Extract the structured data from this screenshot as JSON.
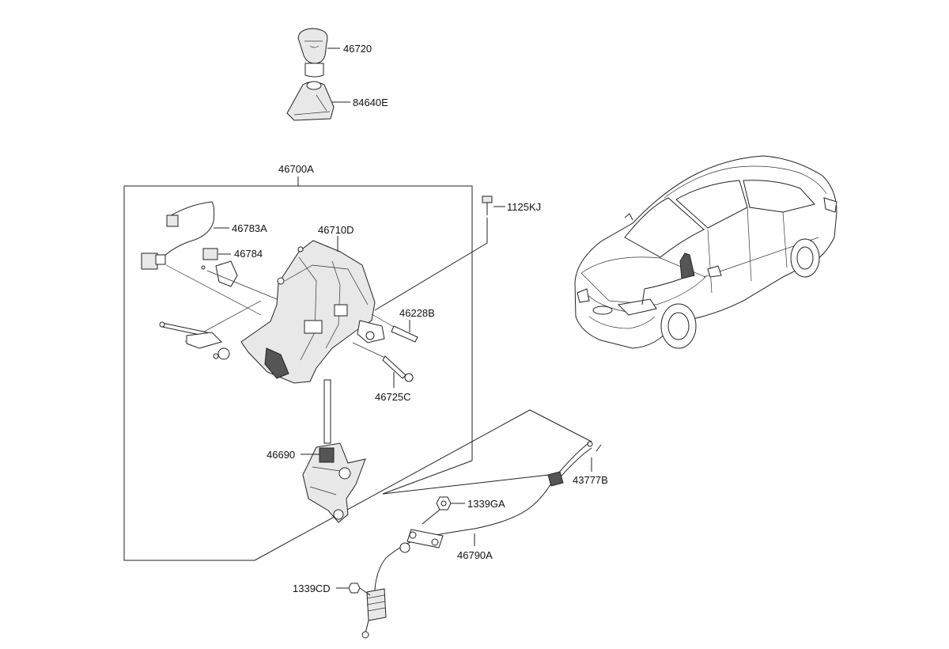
{
  "diagram": {
    "assembly_label": "46700A",
    "labels": {
      "knob": "46720",
      "boot": "84640E",
      "harness": "46783A",
      "module": "46784",
      "lever_housing": "46710D",
      "bolt_1125kj": "1125KJ",
      "bracket": "46228B",
      "long_bolt": "46725C",
      "shift_lever": "46690",
      "clip": "43777B",
      "nut_1339ga": "1339GA",
      "cable": "46790A",
      "nut_1339cd": "1339CD"
    }
  }
}
